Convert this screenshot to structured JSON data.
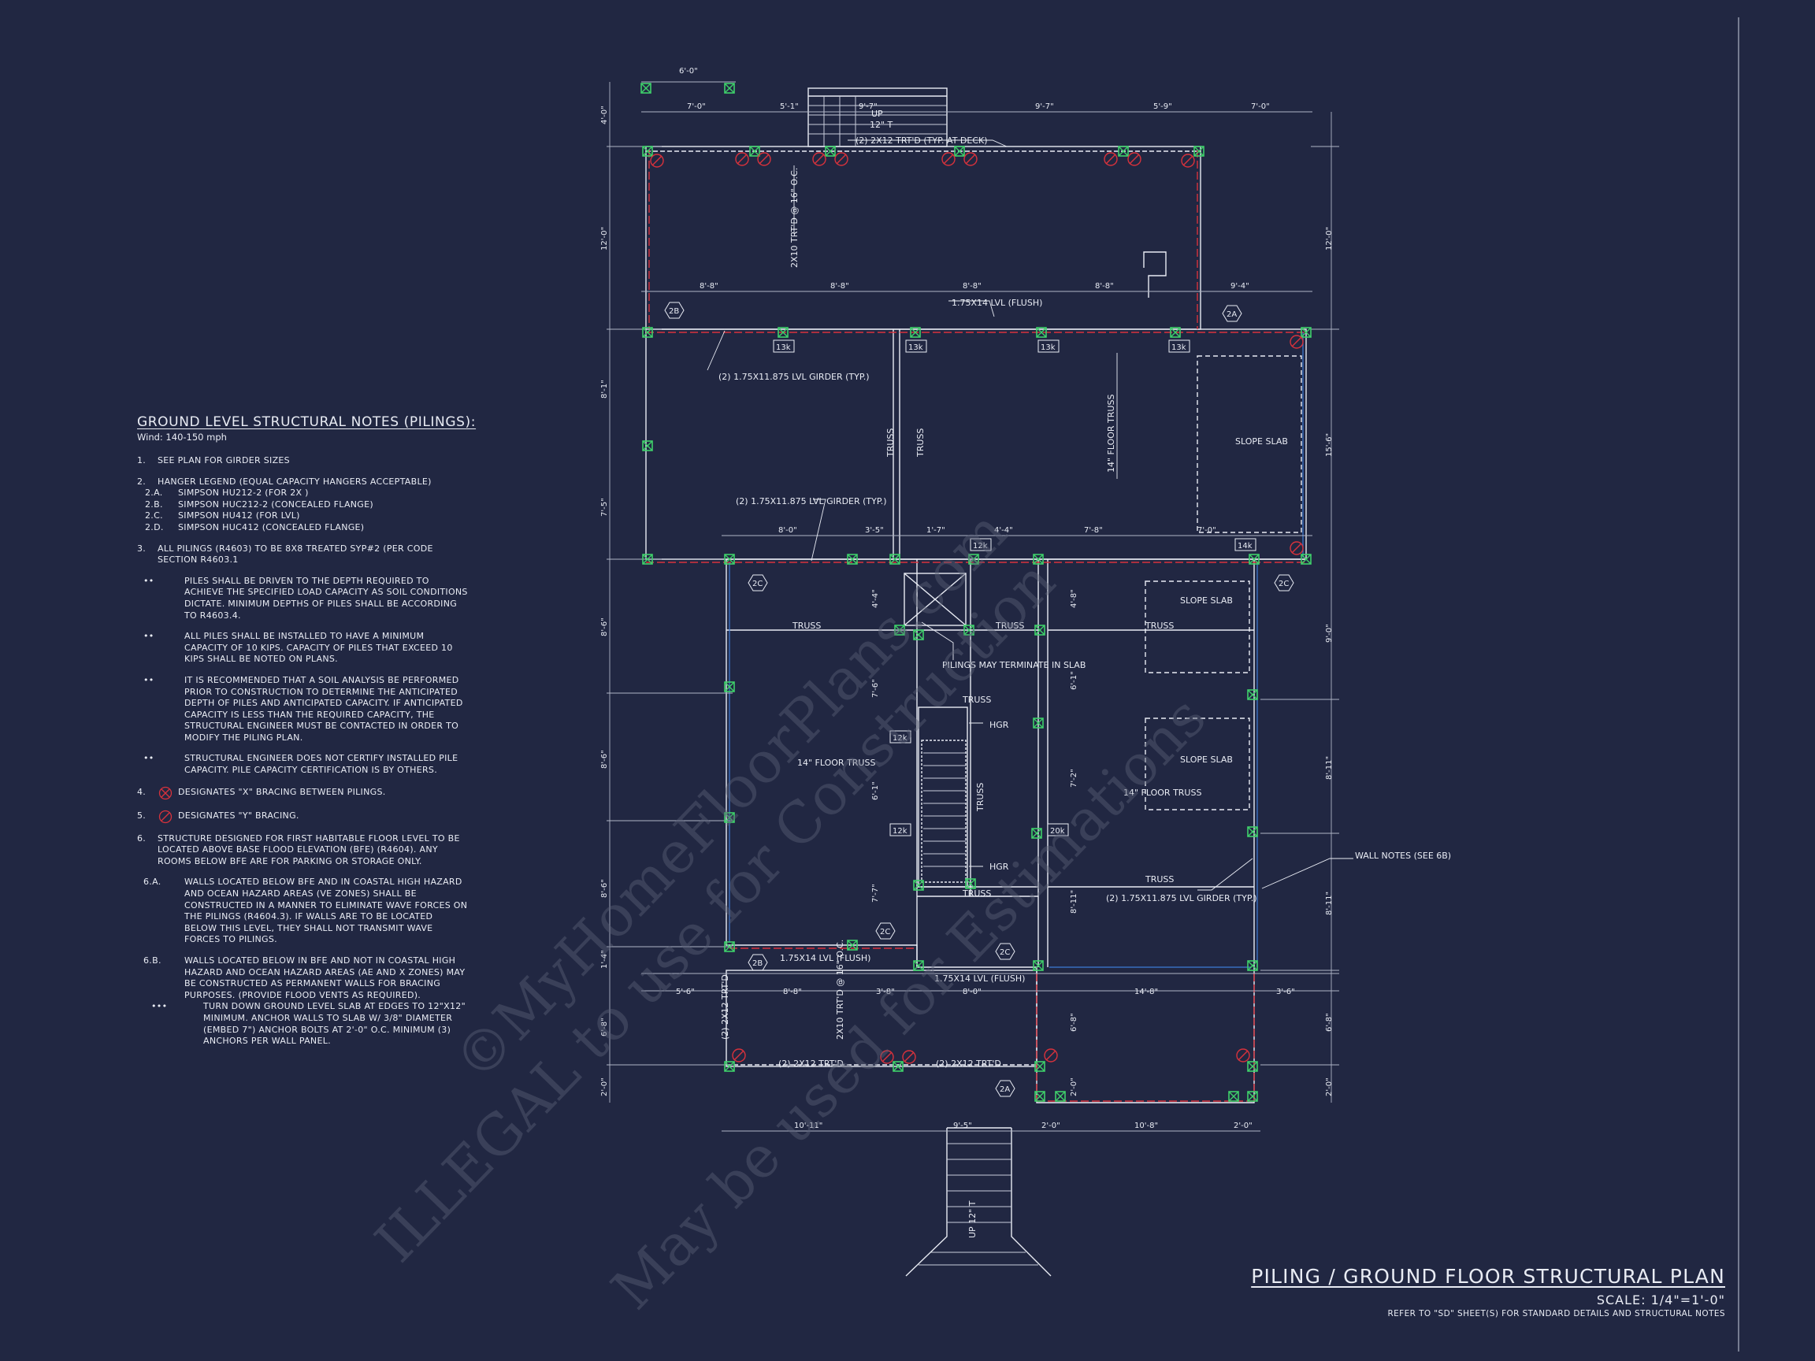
{
  "notes": {
    "title": "GROUND LEVEL STRUCTURAL NOTES (PILINGS):",
    "subtitle": "Wind: 140-150 mph",
    "items": [
      {
        "num": "1.",
        "text": "SEE PLAN FOR GIRDER SIZES"
      },
      {
        "num": "2.",
        "text": "HANGER LEGEND (EQUAL CAPACITY HANGERS ACCEPTABLE)"
      },
      {
        "num": "2.A.",
        "text": "SIMPSON HU212-2 (FOR 2X )"
      },
      {
        "num": "2.B.",
        "text": "SIMPSON HUC212-2 (CONCEALED FLANGE)"
      },
      {
        "num": "2.C.",
        "text": "SIMPSON HU412 (FOR LVL)"
      },
      {
        "num": "2.D.",
        "text": "SIMPSON HUC412 (CONCEALED FLANGE)"
      },
      {
        "num": "3.",
        "text": "ALL PILINGS (R4603) TO BE 8X8 TREATED SYP#2 (PER CODE SECTION R4603.1"
      },
      {
        "num": "••",
        "text": "PILES SHALL BE DRIVEN TO THE DEPTH REQUIRED TO ACHIEVE THE SPECIFIED LOAD CAPACITY AS SOIL CONDITIONS DICTATE. MINIMUM DEPTHS OF PILES SHALL BE ACCORDING TO R4603.4."
      },
      {
        "num": "••",
        "text": "ALL PILES SHALL BE INSTALLED TO HAVE A MINIMUM CAPACITY OF 10 KIPS. CAPACITY OF PILES THAT EXCEED 10 KIPS SHALL BE NOTED ON PLANS."
      },
      {
        "num": "••",
        "text": "IT IS RECOMMENDED THAT A SOIL ANALYSIS BE PERFORMED PRIOR TO CONSTRUCTION TO DETERMINE THE ANTICIPATED DEPTH OF PILES AND ANTICIPATED CAPACITY. IF ANTICIPATED CAPACITY IS LESS THAN THE REQUIRED CAPACITY, THE STRUCTURAL ENGINEER MUST BE CONTACTED IN ORDER TO MODIFY THE PILING PLAN."
      },
      {
        "num": "••",
        "text": "STRUCTURAL ENGINEER DOES NOT CERTIFY INSTALLED PILE CAPACITY. PILE CAPACITY CERTIFICATION IS BY OTHERS."
      },
      {
        "num": "4.",
        "text": "DESIGNATES \"X\" BRACING BETWEEN PILINGS."
      },
      {
        "num": "5.",
        "text": "DESIGNATES \"Y\" BRACING."
      },
      {
        "num": "6.",
        "text": "STRUCTURE DESIGNED FOR FIRST HABITABLE FLOOR LEVEL TO BE LOCATED ABOVE BASE FLOOD ELEVATION (BFE) (R4604). ANY ROOMS BELOW BFE ARE FOR PARKING OR STORAGE ONLY."
      },
      {
        "num": "6.A.",
        "text": "WALLS LOCATED BELOW BFE AND IN COASTAL HIGH HAZARD AND OCEAN HAZARD AREAS (VE ZONES) SHALL BE CONSTRUCTED IN A MANNER TO ELIMINATE WAVE FORCES ON THE PILINGS (R4604.3). IF WALLS ARE TO BE LOCATED BELOW THIS LEVEL, THEY SHALL NOT TRANSMIT WAVE FORCES TO PILINGS."
      },
      {
        "num": "6.B.",
        "text": "WALLS LOCATED BELOW IN BFE AND NOT IN COASTAL HIGH HAZARD AND OCEAN HAZARD AREAS (AE AND X ZONES) MAY BE CONSTRUCTED AS PERMANENT WALLS FOR BRACING PURPOSES. (PROVIDE FLOOD VENTS AS REQUIRED)."
      },
      {
        "num": "•••",
        "text": "TURN DOWN GROUND LEVEL SLAB AT EDGES TO 12\"x12\" MINIMUM. ANCHOR WALLS TO SLAB W/ 3/8\" DIAMETER (EMBED 7\") ANCHOR BOLTS AT 2'-0\" O.C. MINIMUM (3) ANCHORS PER WALL PANEL."
      }
    ]
  },
  "title_block": {
    "title": "PILING / GROUND FLOOR STRUCTURAL PLAN",
    "scale": "SCALE: 1/4\"=1'-0\"",
    "reference": "REFER TO \"SD\" SHEET(S) FOR STANDARD DETAILS AND STRUCTURAL NOTES"
  },
  "watermark": {
    "line1": "©MyHomeFloorPlans.com",
    "line2": "ILLEGAL to use for Construction",
    "line3": "May be used for Estimations"
  },
  "plan": {
    "top_dims": [
      "6'-0\"",
      "7'-0\"",
      "5'-1\"",
      "9'-7\"",
      "9'-7\"",
      "5'-9\"",
      "7'-0\""
    ],
    "upper_dims": [
      "8'-8\"",
      "8'-8\"",
      "8'-8\"",
      "8'-8\"",
      "9'-4\""
    ],
    "mid_dims": [
      "8'-0\"",
      "3'-5\"",
      "1'-7\"",
      "4'-4\"",
      "7'-8\"",
      "7'-0\""
    ],
    "lower_dims": [
      "5'-6\"",
      "8'-8\"",
      "3'-8\"",
      "8'-0\"",
      "14'-8\"",
      "3'-6\""
    ],
    "bottom_dims": [
      "10'-11\"",
      "9'-5\"",
      "2'-0\"",
      "10'-8\"",
      "2'-0\""
    ],
    "left_dims": [
      "4'-0\"",
      "12'-0\"",
      "8'-1\"",
      "7'-5\"",
      "8'-6\"",
      "8'-6\"",
      "8'-6\"",
      "1'-4\"",
      "6'-8\"",
      "2'-0\""
    ],
    "right_dims": [
      "12'-0\"",
      "15'-6\"",
      "9'-0\"",
      "8'-11\"",
      "8'-11\"",
      "6'-8\"",
      "2'-0\""
    ],
    "inner_dims": [
      "4'-4\"",
      "7'-6\"",
      "6'-1\"",
      "7'-7\"",
      "4'-8\"",
      "6'-1\"",
      "7'-2\"",
      "8'-11\"",
      "6'-8\"",
      "2'-0\""
    ],
    "deck_girder": "(2) 2x12 TRT'D (TYP. AT DECK)",
    "joist_deck": "2x10 TRT'D @ 16\" O.C.",
    "lvl_flush_top": "1.75x14 LVL (FLUSH)",
    "girder_left": "(2) 1.75x11.875 LVL GIRDER (TYP.)",
    "girder_mid": "(2) 1.75x11.875 LVL GIRDER (TYP.)",
    "girder_right": "(2) 1.75x11.875 LVL GIRDER (TYP.)",
    "floor_truss_vertical": "14\" FLOOR TRUSS",
    "slope_slab": "SLOPE SLAB",
    "truss": "TRUSS",
    "pilings_terminate": "PILINGS MAY TERMINATE IN SLAB",
    "floor_truss": "14\" FLOOR TRUSS",
    "hgr": "HGR",
    "wall_notes": "WALL NOTES (SEE 6B)",
    "lvl_flush_left": "1.75x14 LVL (FLUSH)",
    "lvl_flush_mid": "1.75x14 LVL (FLUSH)",
    "front_girder": "(2) 2x12 TRT'D",
    "stair_up": "UP",
    "stair_risers": "12\" T",
    "stair_up_front": "UP 12\" T",
    "tags": [
      "2B",
      "2A",
      "2C",
      "2C",
      "2C",
      "2B",
      "2C",
      "2A"
    ],
    "capacity_tags": [
      "13k",
      "13k",
      "13k",
      "13k",
      "12k",
      "14k",
      "12k",
      "12k",
      "20k"
    ]
  }
}
